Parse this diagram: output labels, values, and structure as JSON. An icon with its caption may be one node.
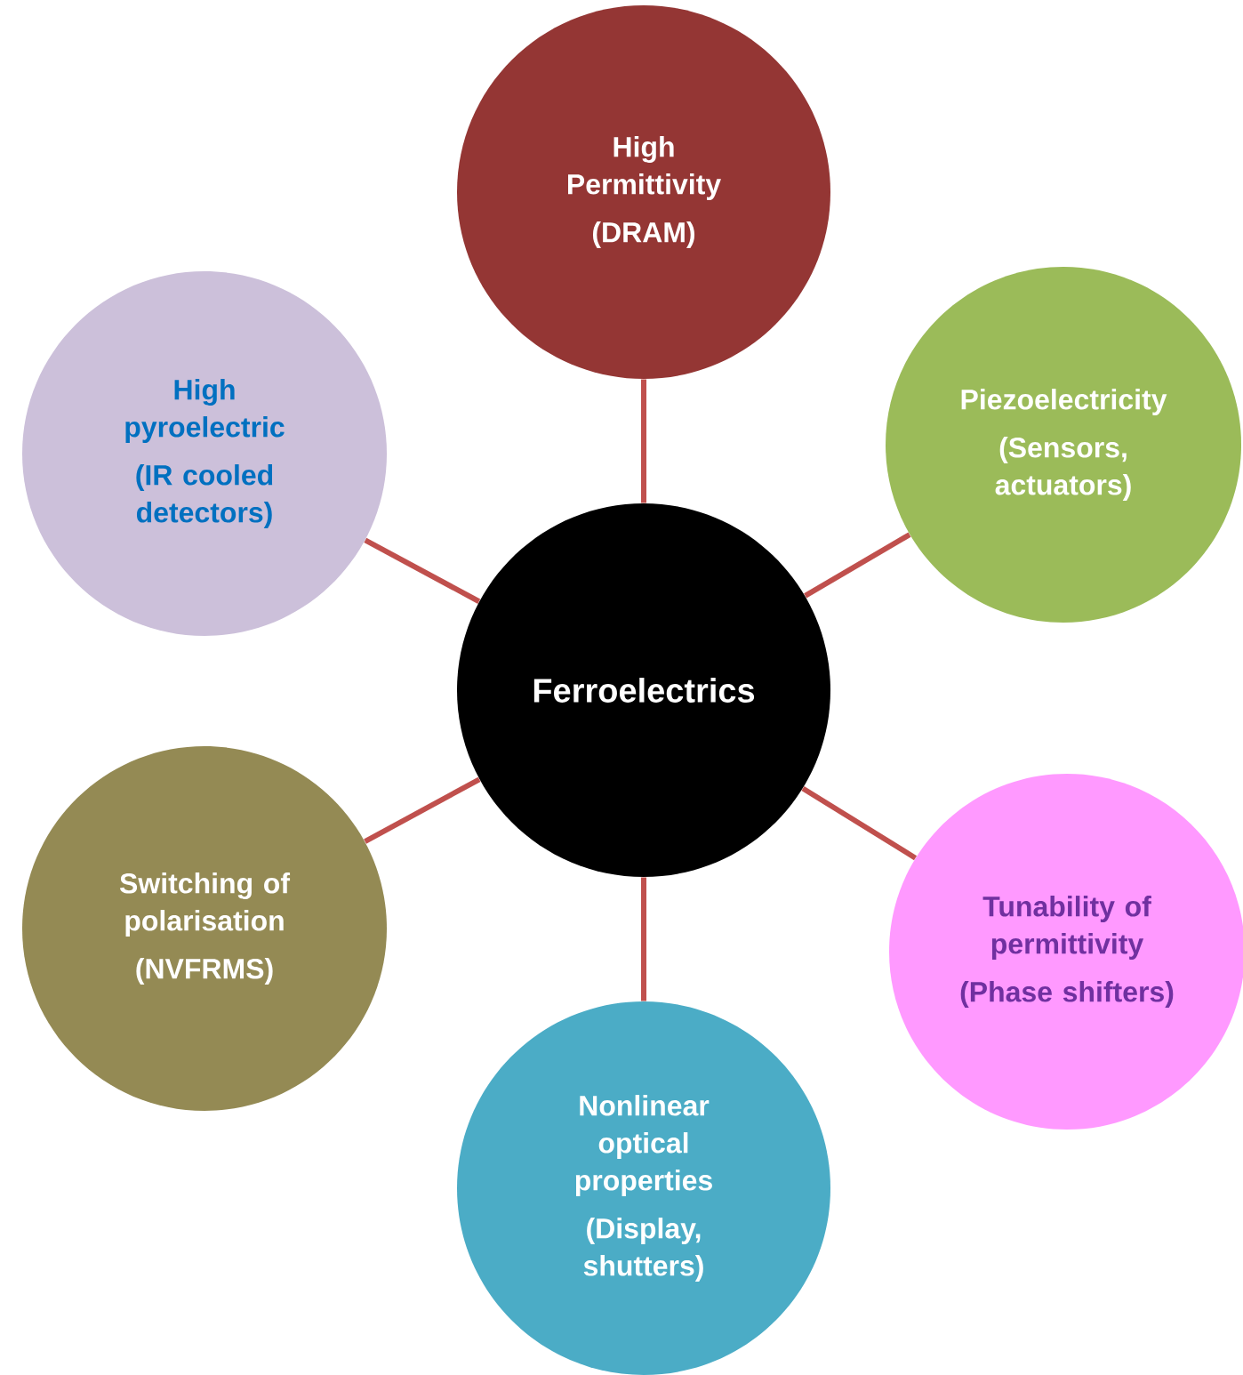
{
  "diagram": {
    "nodes": [
      {
        "text": [
          "Ferroelectrics"
        ]
      },
      {
        "text": [
          "High Permittivity",
          "(DRAM)"
        ]
      },
      {
        "text": [
          "Piezoelectricity",
          "(Sensors, actuators)"
        ]
      },
      {
        "text": [
          "Tunability of permittivity",
          "(Phase shifters)"
        ]
      },
      {
        "text": [
          "Nonlinear optical properties",
          "(Display, shutters)"
        ]
      },
      {
        "text": [
          "Switching of polarisation",
          "(NVFRMS)"
        ]
      },
      {
        "text": [
          "High pyroelectric",
          "(IR cooled detectors)"
        ]
      }
    ],
    "edges": [
      {
        "from": 0,
        "to": 1,
        "arrow": "none"
      },
      {
        "from": 0,
        "to": 2,
        "arrow": "none"
      },
      {
        "from": 0,
        "to": 3,
        "arrow": "none"
      },
      {
        "from": 0,
        "to": 4,
        "arrow": "none"
      },
      {
        "from": 0,
        "to": 5,
        "arrow": "none"
      },
      {
        "from": 0,
        "to": 6,
        "arrow": "none"
      }
    ]
  }
}
